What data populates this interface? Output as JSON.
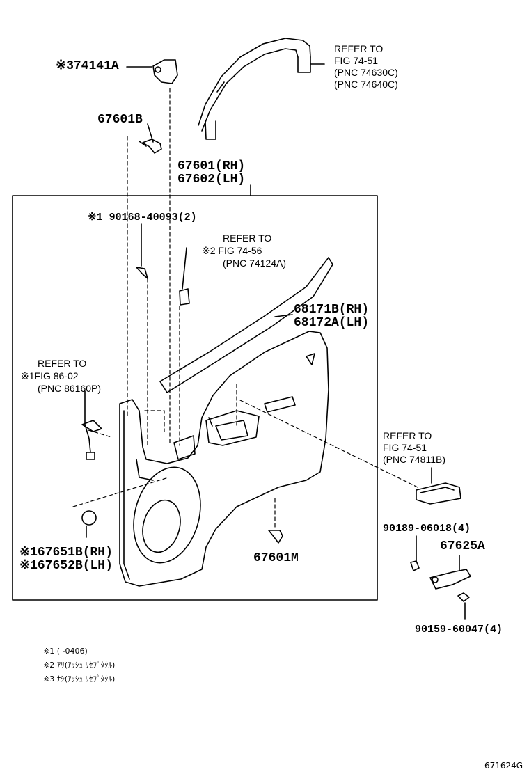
{
  "labels": {
    "p74141a": "※374141A",
    "refer_fig_74_51_a": [
      "REFER TO",
      "FIG 74-51",
      "(PNC 74630C)",
      "(PNC 74640C)"
    ],
    "p67601b": "67601B",
    "p67601_rh": "67601(RH)",
    "p67602_lh": "67602(LH)",
    "p90168": "※1 90168-40093(2)",
    "refer_fig_74_56": [
      "REFER TO",
      "※2 FIG 74-56",
      "(PNC 74124A)"
    ],
    "p68171b_rh": "68171B(RH)",
    "p68172a_lh": "68172A(LH)",
    "refer_fig_86_02": [
      "REFER TO",
      "※1FIG 86-02",
      "(PNC 86160P)"
    ],
    "refer_fig_74_51_b": [
      "REFER TO",
      "FIG 74-51",
      "(PNC 74811B)"
    ],
    "p90189": "90189-06018(4)",
    "p67625a": "67625A",
    "p67651b_rh": "※167651B(RH)",
    "p67652b_lh": "※167652B(LH)",
    "p67601m": "67601M",
    "p90159": "90159-60047(4)"
  },
  "notes": {
    "n1": "※1 (      -0406)",
    "n2": "※2 ｱﾘ(ｱｯｼｭ ﾘｾﾌﾟﾀｸﾙ)",
    "n3": "※3 ﾅｼ(ｱｯｼｭ ﾘｾﾌﾟﾀｸﾙ)"
  },
  "figure_number": "671624G"
}
